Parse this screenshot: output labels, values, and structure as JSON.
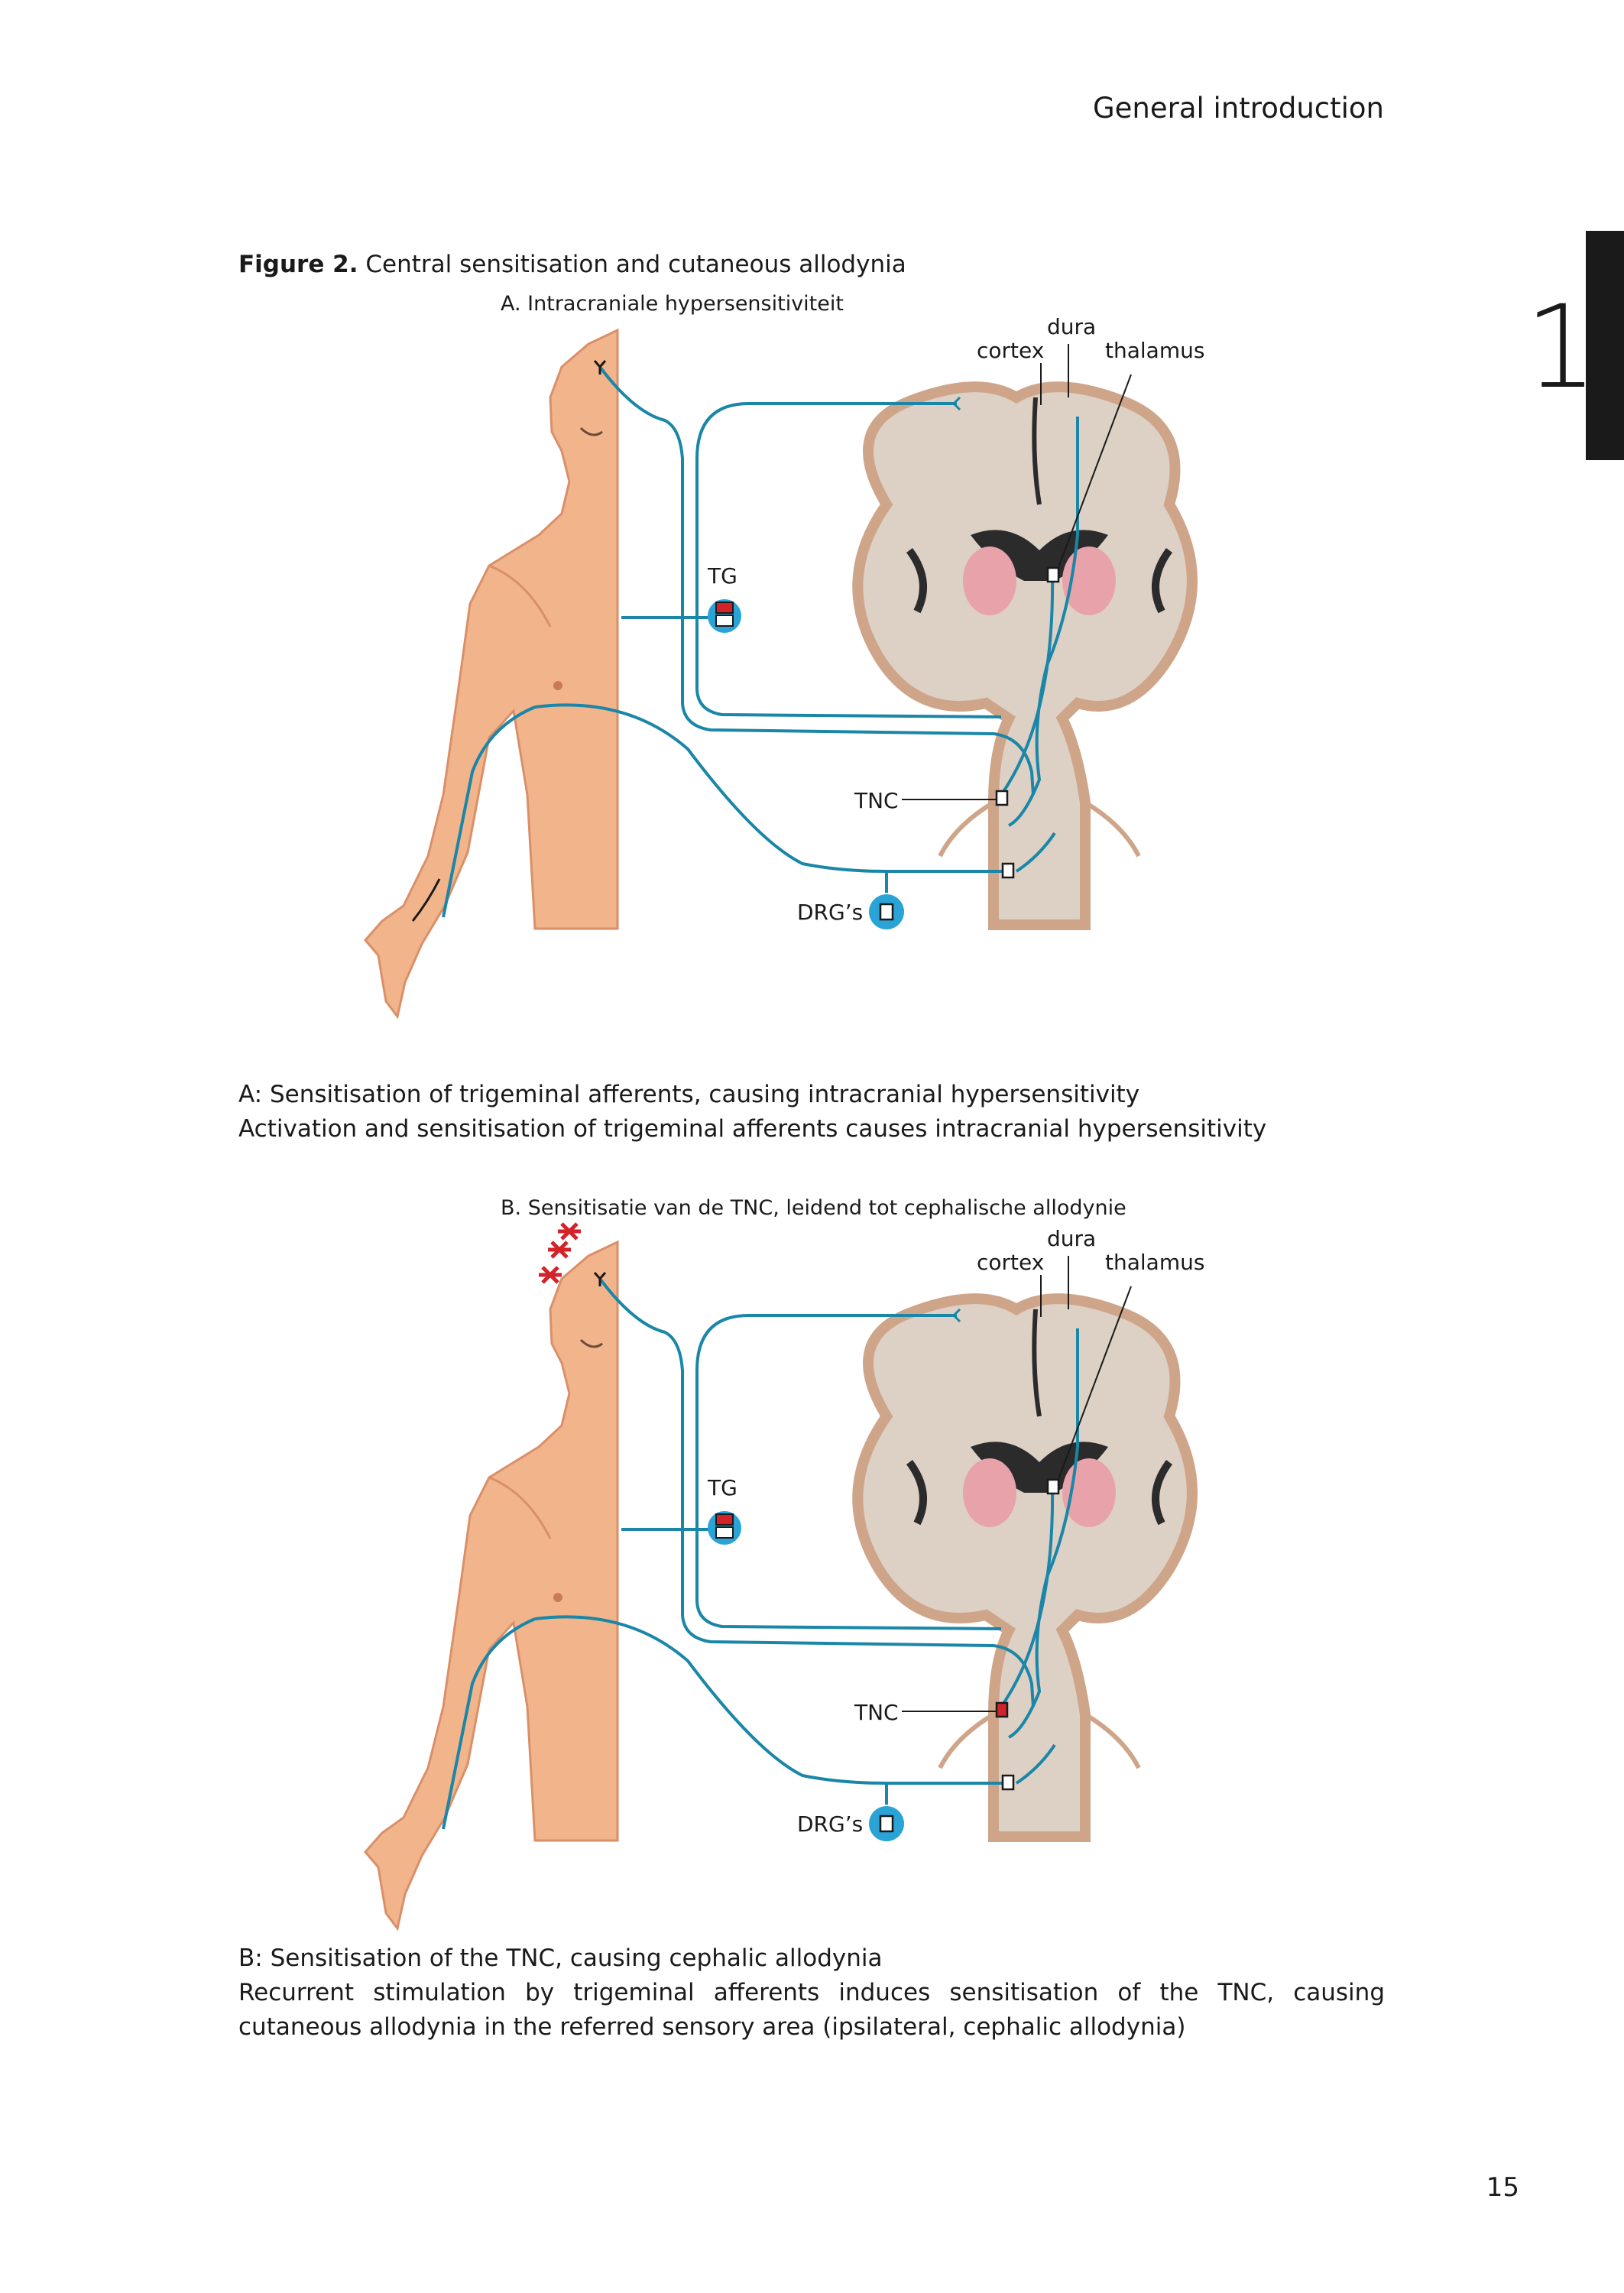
{
  "running_head": "General introduction",
  "chapter_number": "1",
  "figure": {
    "label": "Figure 2.",
    "title": "Central sensitisation and cutaneous allodynia"
  },
  "panel_a": {
    "title": "A. Intracraniale hypersensitiviteit",
    "labels": {
      "dura": "dura",
      "cortex": "cortex",
      "thalamus": "thalamus",
      "tg": "TG",
      "tnc": "TNC",
      "drg": "DRG’s"
    },
    "caption_heading": "A: Sensitisation of trigeminal afferents, causing intracranial hypersensitivity",
    "caption_body": "Activation and sensitisation of trigeminal afferents causes intracranial hypersensitivity"
  },
  "panel_b": {
    "title": "B. Sensitisatie van de TNC, leidend tot cephalische allodynie",
    "labels": {
      "dura": "dura",
      "cortex": "cortex",
      "thalamus": "thalamus",
      "tg": "TG",
      "tnc": "TNC",
      "drg": "DRG’s"
    },
    "caption_heading": "B: Sensitisation of the TNC, causing cephalic allodynia",
    "caption_body": "Recurrent stimulation by trigeminal afferents induces sensitisation of the TNC, causing cutaneous allodynia in the referred sensory area (ipsilateral, cephalic allodynia)"
  },
  "page_number": "15",
  "colors": {
    "nerve": "#1a86a8",
    "skin": "#f2b48a",
    "skin_shadow": "#d9906a",
    "brain_tissue": "#ddd0c4",
    "brain_outline": "#cfa58a",
    "thalamus_pink": "#e8a2aa",
    "ventricle": "#2b2b2b",
    "sensitised": "#d2232a",
    "ganglion": "#2aa3d6"
  }
}
